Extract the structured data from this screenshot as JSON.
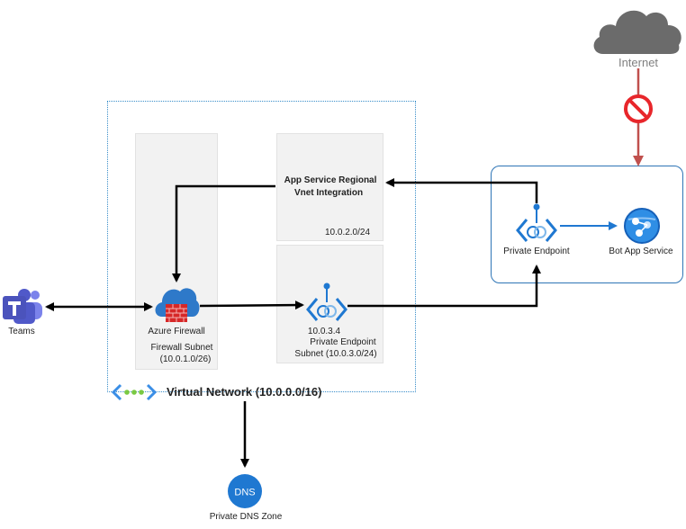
{
  "internet": {
    "label": "Internet"
  },
  "vnet": {
    "label": "Virtual Network (10.0.0.0/16)"
  },
  "subnets": {
    "firewall": {
      "label": "Firewall Subnet",
      "cidr": "(10.0.1.0/26)"
    },
    "appservice": {
      "label_line1": "App Service Regional",
      "label_line2": "Vnet Integration",
      "cidr": "10.0.2.0/24"
    },
    "pe": {
      "ip": "10.0.3.4",
      "label_line1": "Private Endpoint",
      "label_line2": "Subnet (10.0.3.0/24)"
    }
  },
  "nodes": {
    "teams": "Teams",
    "firewall": "Azure Firewall",
    "private_endpoint": "Private Endpoint",
    "bot_app_service": "Bot App Service",
    "dns_zone": "Private DNS Zone",
    "dns_icon_text": "DNS"
  },
  "colors": {
    "vnet_border": "#3a8ec9",
    "app_box_border": "#2e75b6",
    "blocked_arrow": "#c0504d",
    "cloud": "#6b6b6b",
    "azure_blue": "#1f78d1"
  }
}
